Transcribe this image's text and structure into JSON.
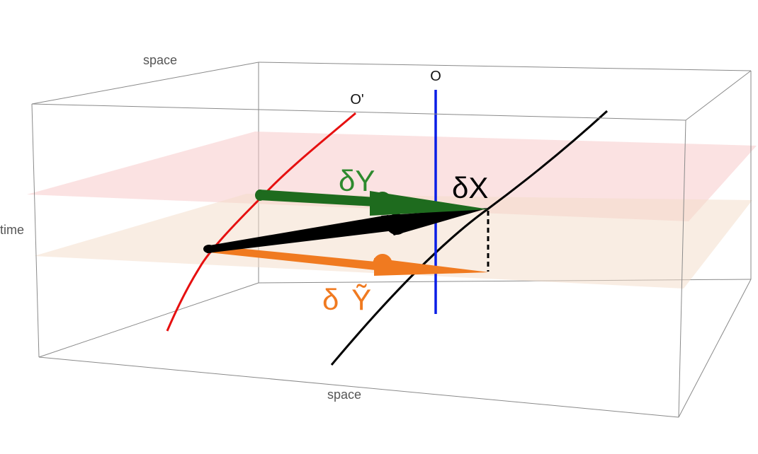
{
  "axes": {
    "space_back": "space",
    "space_front": "space",
    "time": "time"
  },
  "observers": {
    "o": "O",
    "o_prime": "O'"
  },
  "vectors": {
    "delta_y": "δY",
    "delta_x": "δX",
    "delta_y_tilde_base": "δ",
    "delta_y_tilde_letter": "Ỹ"
  },
  "colors": {
    "box_edge": "#8a8a8a",
    "plane_upper": "#f7c5c5",
    "plane_lower": "#f3dcc8",
    "worldline_o": "#0a1ee6",
    "worldline_o_prime": "#e61010",
    "worldline_x": "#000000",
    "vector_y": "#1e6b1e",
    "vector_x": "#000000",
    "vector_y_tilde": "#f07a20",
    "label_y": "#2e8a2e",
    "label_x": "#000000",
    "label_y_tilde": "#f07a20"
  }
}
